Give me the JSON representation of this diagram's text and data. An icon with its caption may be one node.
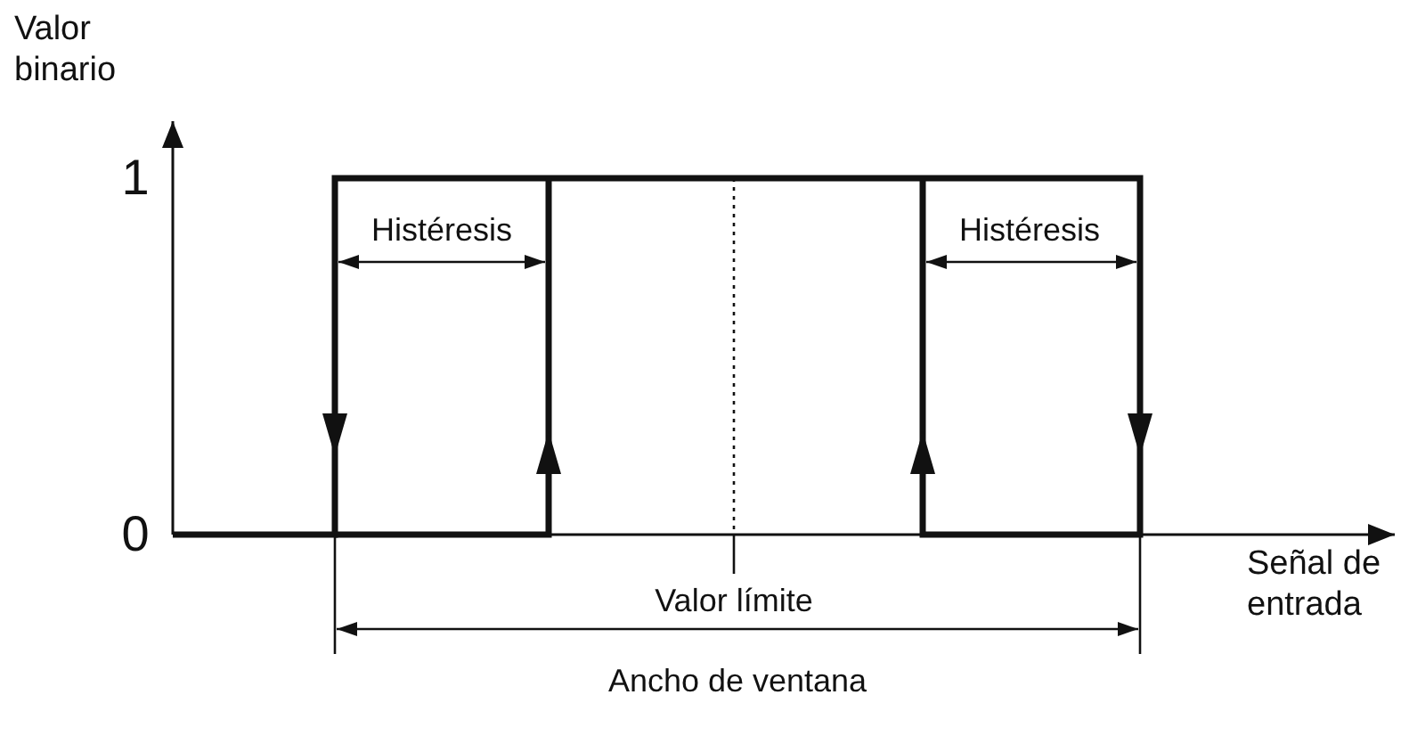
{
  "diagram": {
    "labels": [
      "Valor binario",
      "1",
      "0",
      "Histéresis",
      "Histéresis",
      "Señal de entrada",
      "Valor límite",
      "Ancho de ventana"
    ]
  }
}
